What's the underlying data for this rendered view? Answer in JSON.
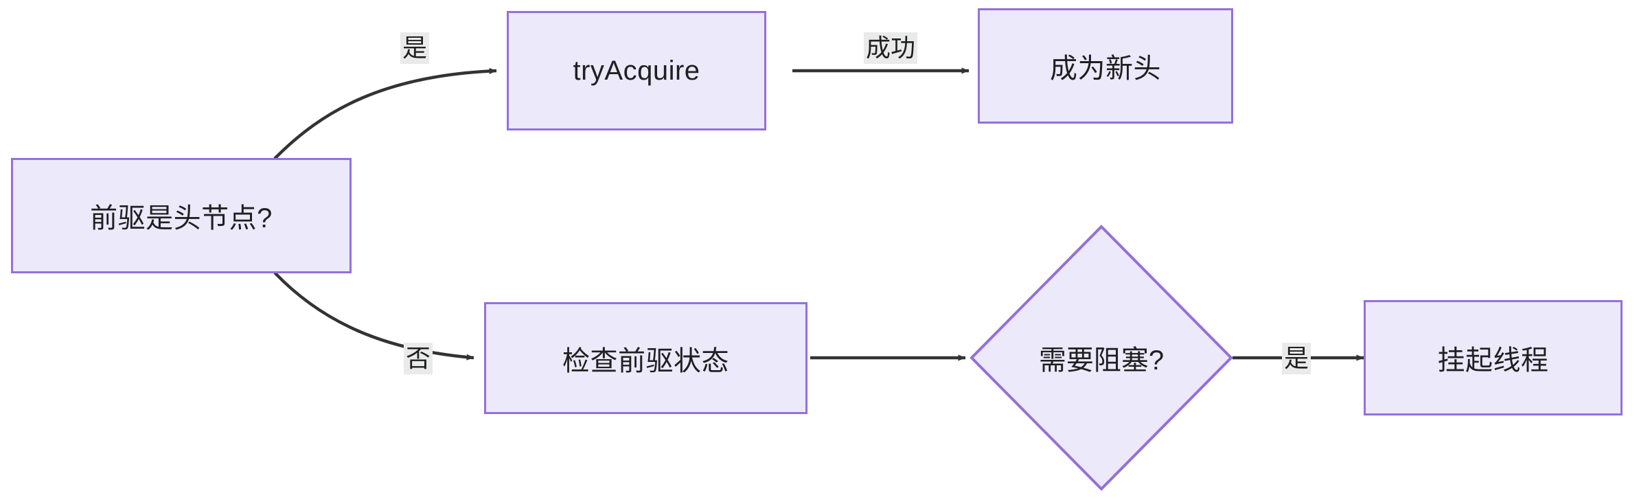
{
  "diagram": {
    "type": "flowchart",
    "direction": "left-to-right",
    "background_color": "#ffffff",
    "node_fill_color": "#ECE9FB",
    "node_border_color": "#9370DB",
    "edge_color": "#333333",
    "edge_label_background": "#EAEAEA",
    "text_color": "#1f2020",
    "nodes": [
      {
        "id": "n1",
        "label": "前驱是头节点?",
        "shape": "rect"
      },
      {
        "id": "n2",
        "label": "tryAcquire",
        "shape": "rect"
      },
      {
        "id": "n3",
        "label": "成为新头",
        "shape": "rect"
      },
      {
        "id": "n4",
        "label": "检查前驱状态",
        "shape": "rect"
      },
      {
        "id": "n5",
        "label": "需要阻塞?",
        "shape": "diamond"
      },
      {
        "id": "n6",
        "label": "挂起线程",
        "shape": "rect"
      }
    ],
    "edges": [
      {
        "from": "n1",
        "to": "n2",
        "label": "是"
      },
      {
        "from": "n2",
        "to": "n3",
        "label": "成功"
      },
      {
        "from": "n1",
        "to": "n4",
        "label": "否"
      },
      {
        "from": "n4",
        "to": "n5",
        "label": ""
      },
      {
        "from": "n5",
        "to": "n6",
        "label": "是"
      }
    ]
  }
}
